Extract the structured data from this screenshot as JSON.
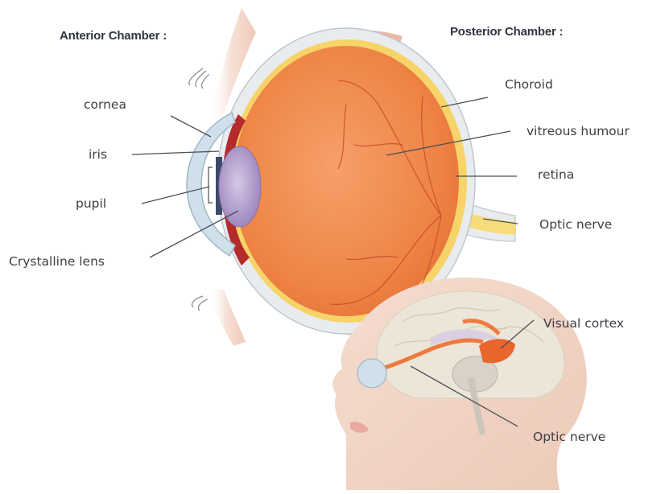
{
  "headings": {
    "anterior": "Anterior Chamber :",
    "posterior": "Posterior Chamber :"
  },
  "labels": {
    "cornea": "cornea",
    "iris": "iris",
    "pupil": "pupil",
    "crystalline_lens": "Crystalline lens",
    "choroid": "Choroid",
    "vitreous_humour": "vitreous humour",
    "retina": "retina",
    "optic_nerve_eye": "Optic nerve",
    "visual_cortex": "Visual cortex",
    "optic_nerve_brain": "Optic nerve"
  },
  "colors": {
    "eyeball_orange": "#f08a4b",
    "sclera": "#e9ecef",
    "retina_yellow": "#f6d46a",
    "lens_purple": "#a892c4",
    "cornea_blue": "#cfe0ea",
    "skin": "#f3d6c6",
    "brain": "#ece6d8",
    "leader_line": "#4a5058"
  }
}
